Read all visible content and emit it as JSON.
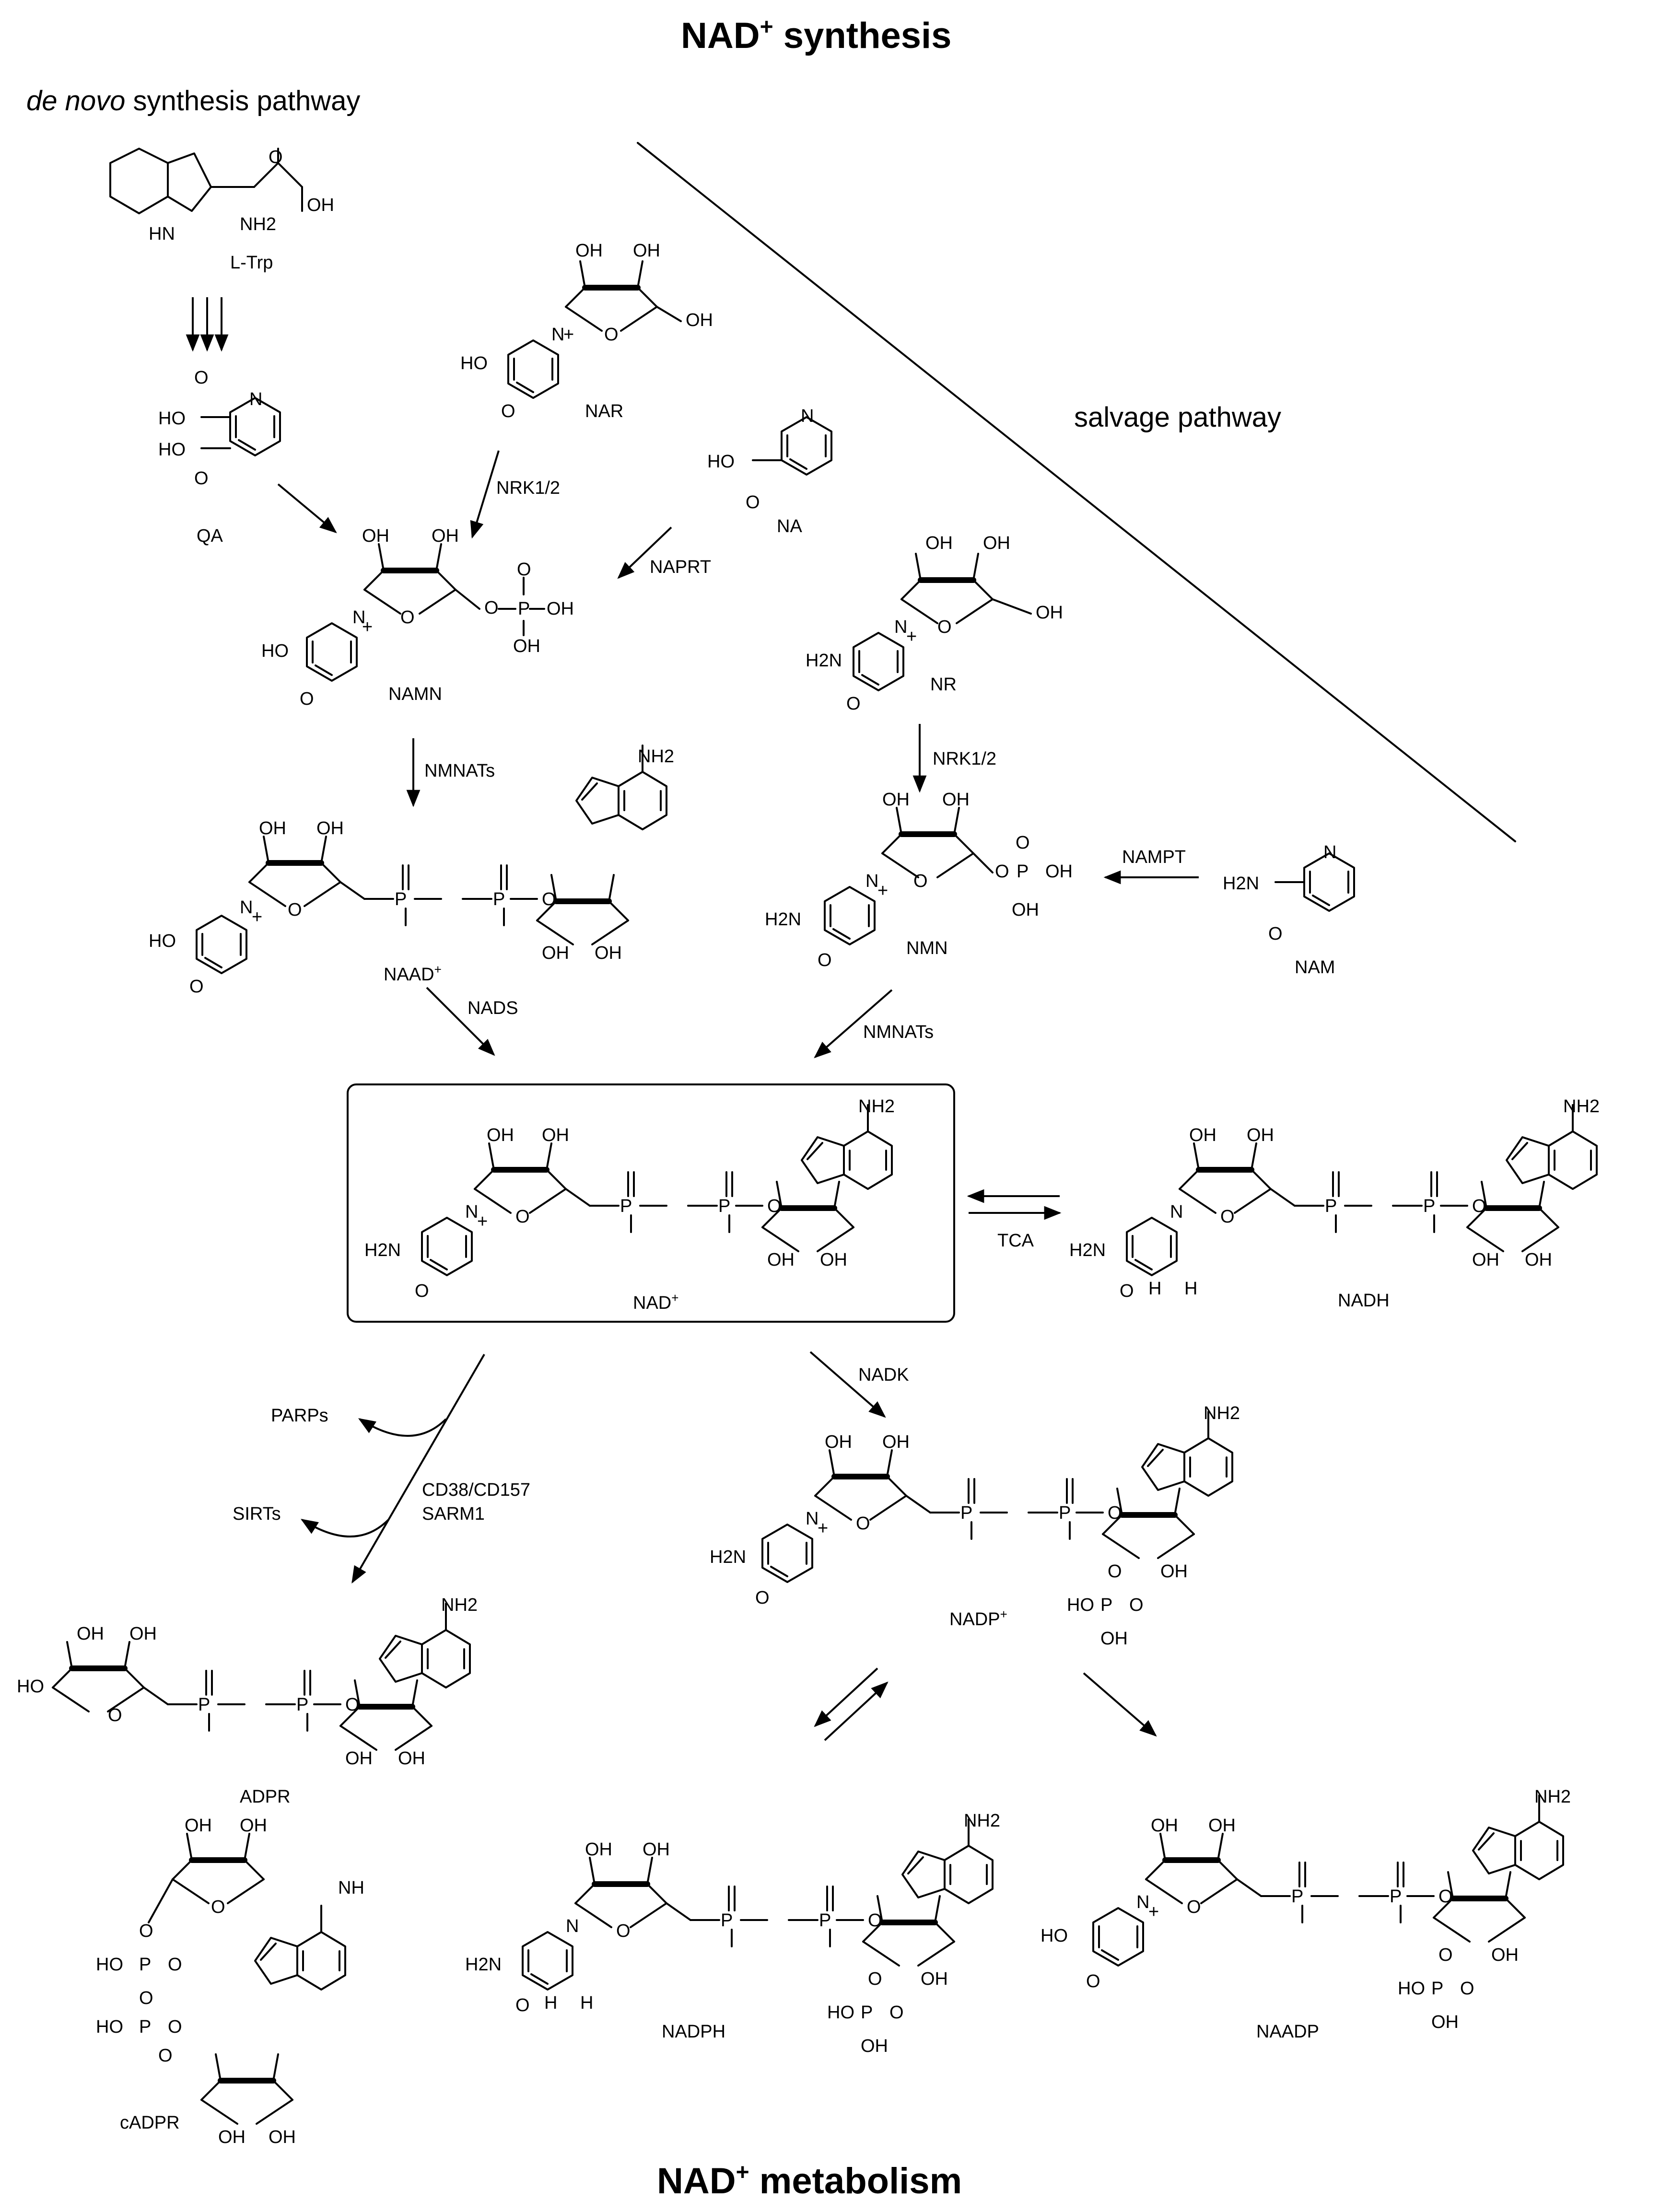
{
  "title": {
    "prefix": "NAD",
    "sup": "+",
    "suffix": " synthesis"
  },
  "bottom_title": {
    "prefix": "NAD",
    "sup": "+",
    "suffix": " metabolism"
  },
  "pathways": {
    "denovo_italic": "de novo",
    "denovo_rest": " synthesis pathway",
    "salvage": "salvage pathway"
  },
  "compounds": {
    "ltrp": "L-Trp",
    "qa": "QA",
    "nar": "NAR",
    "na": "NA",
    "namn": "NAMN",
    "nr": "NR",
    "naad": "NAAD",
    "naad_sup": "+",
    "nmn": "NMN",
    "nam": "NAM",
    "nad": "NAD",
    "nad_sup": "+",
    "nadh": "NADH",
    "nadp": "NADP",
    "nadp_sup": "+",
    "adpr": "ADPR",
    "cadpr": "cADPR",
    "nadph": "NADPH",
    "naadp": "NAADP"
  },
  "enzymes": {
    "nrk_top": "NRK1/2",
    "naprt": "NAPRT",
    "nmnats_left": "NMNATs",
    "nrk_right": "NRK1/2",
    "nampt": "NAMPT",
    "nads": "NADS",
    "nmnats_right": "NMNATs",
    "tca": "TCA",
    "nadk": "NADK",
    "parps": "PARPs",
    "sirts": "SIRTs",
    "cd38": "CD38/CD157",
    "sarm1": "SARM1"
  },
  "atoms": {
    "oh": "OH",
    "ho": "HO",
    "o": "O",
    "p": "P",
    "n": "N",
    "hn": "HN",
    "nh": "NH",
    "nh2": "NH2",
    "h2n": "H2N",
    "h": "H",
    "plus": "+"
  }
}
